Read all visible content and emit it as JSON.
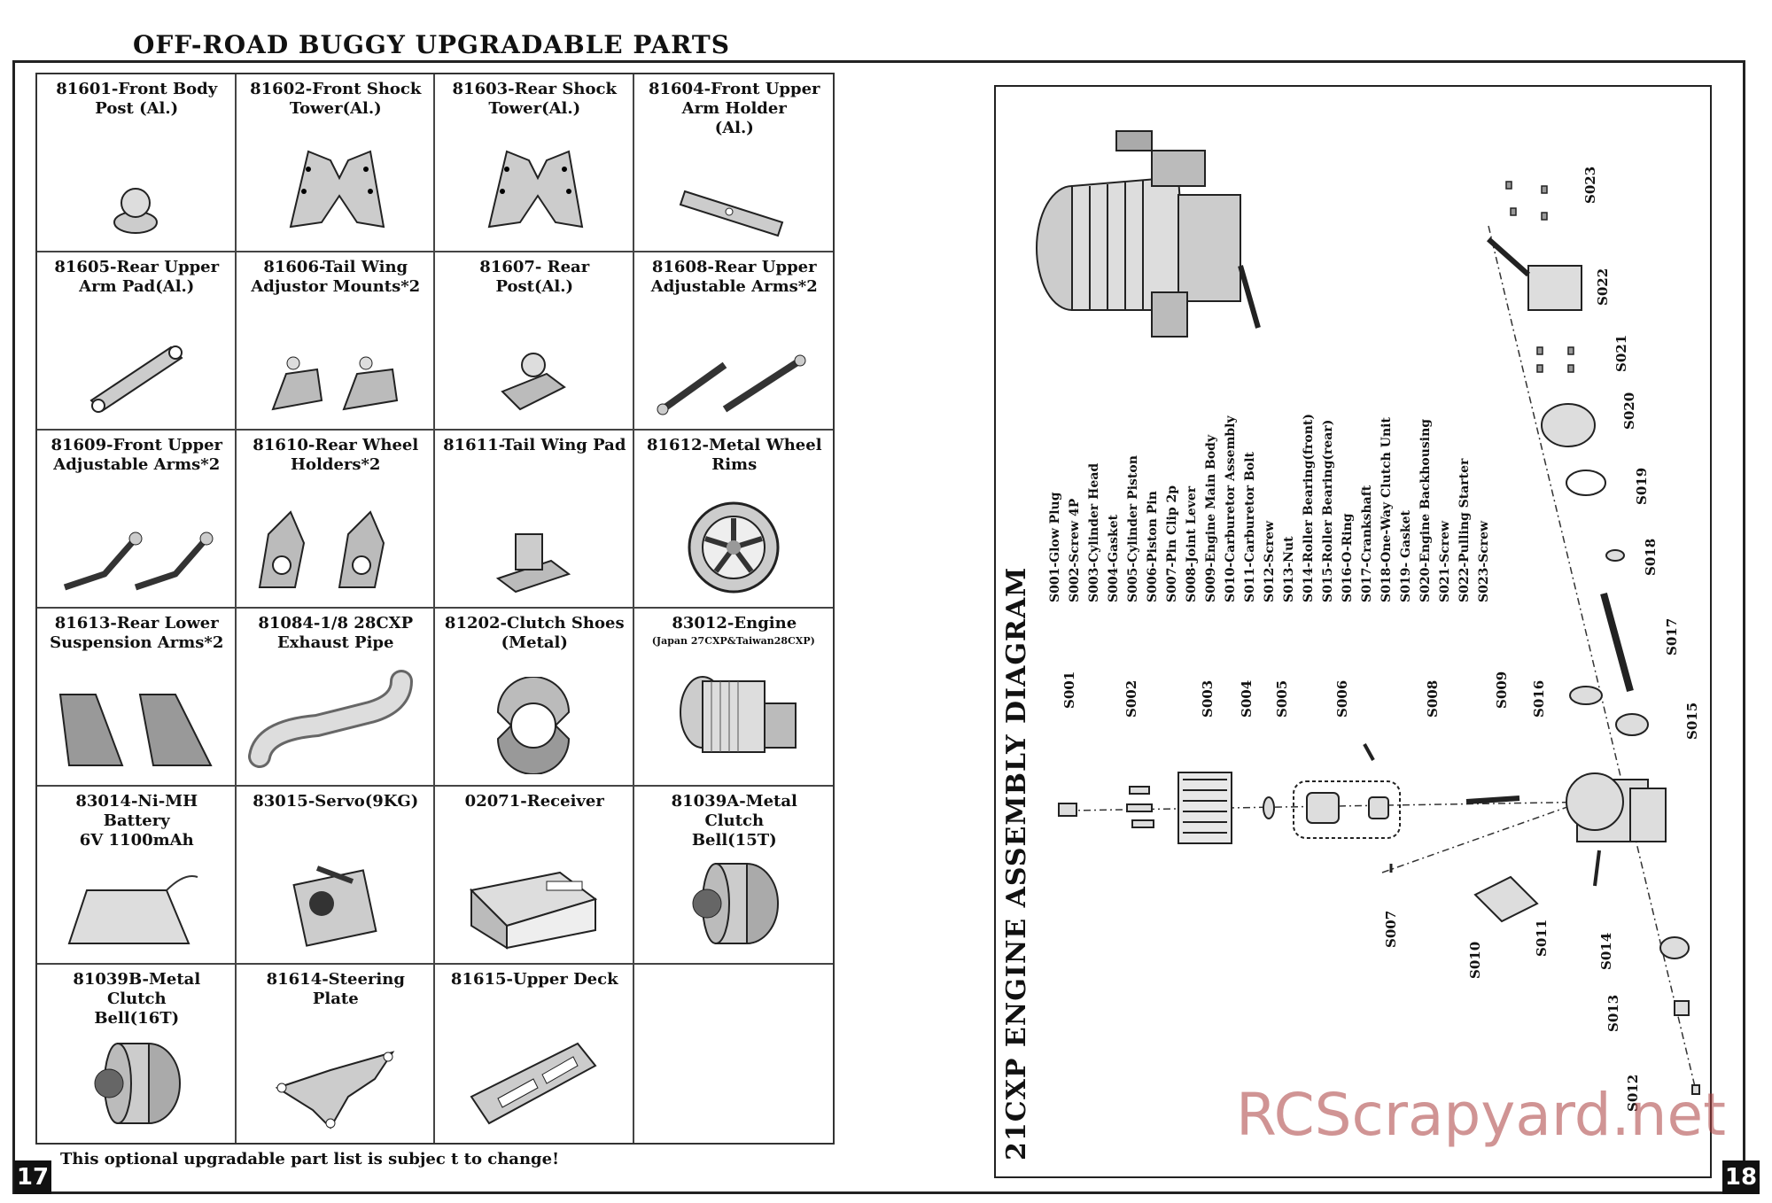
{
  "left_page": {
    "title": "OFF-ROAD BUGGY UPGRADABLE PARTS",
    "page_number": "17",
    "footnote": "This optional upgradable part list is subjec t to change!",
    "parts": [
      {
        "label": "81601-Front Body\nPost (Al.)",
        "icon": "body-post-icon"
      },
      {
        "label": "81602-Front Shock\nTower(Al.)",
        "icon": "shock-tower-icon"
      },
      {
        "label": "81603-Rear Shock\nTower(Al.)",
        "icon": "shock-tower-icon"
      },
      {
        "label": "81604-Front Upper\nArm Holder\n(Al.)",
        "icon": "arm-holder-icon"
      },
      {
        "label": "81605-Rear Upper\nArm Pad(Al.)",
        "icon": "arm-pad-icon"
      },
      {
        "label": "81606-Tail Wing\nAdjustor Mounts*2",
        "icon": "wing-mount-icon"
      },
      {
        "label": "81607- Rear Post(Al.)",
        "icon": "rear-post-icon"
      },
      {
        "label": "81608-Rear Upper\nAdjustable Arms*2",
        "icon": "turnbuckle-icon"
      },
      {
        "label": "81609-Front Upper\nAdjustable Arms*2",
        "icon": "adjustable-arm-icon"
      },
      {
        "label": "81610-Rear Wheel\nHolders*2",
        "icon": "wheel-holder-icon"
      },
      {
        "label": "81611-Tail Wing Pad",
        "icon": "wing-pad-icon"
      },
      {
        "label": "81612-Metal Wheel\nRims",
        "icon": "wheel-rim-icon"
      },
      {
        "label": "81613-Rear Lower\nSuspension Arms*2",
        "icon": "suspension-arm-icon"
      },
      {
        "label": "81084-1/8 28CXP\nExhaust Pipe",
        "icon": "exhaust-pipe-icon"
      },
      {
        "label": "81202-Clutch Shoes\n(Metal)",
        "icon": "clutch-shoes-icon"
      },
      {
        "label": "83012-Engine",
        "sub": "(Japan 27CXP&Taiwan28CXP)",
        "icon": "engine-icon"
      },
      {
        "label": "83014-Ni-MH Battery\n6V 1100mAh",
        "icon": "battery-icon"
      },
      {
        "label": "83015-Servo(9KG)",
        "icon": "servo-icon"
      },
      {
        "label": "02071-Receiver",
        "icon": "receiver-icon"
      },
      {
        "label": "81039A-Metal Clutch\nBell(15T)",
        "icon": "clutch-bell-icon"
      },
      {
        "label": "81039B-Metal Clutch\nBell(16T)",
        "icon": "clutch-bell-icon"
      },
      {
        "label": "81614-Steering Plate",
        "icon": "steering-plate-icon"
      },
      {
        "label": "81615-Upper Deck",
        "icon": "upper-deck-icon"
      },
      {
        "label": "",
        "icon": ""
      }
    ]
  },
  "right_page": {
    "page_number": "18",
    "diagram_title": "21CXP ENGINE ASSEMBLY DIAGRAM",
    "legend": [
      "S001-Glow Plug",
      "S002-Screw 4P",
      "S003-Cylinder Head",
      "S004-Gasket",
      "S005-Cylinder Piston",
      "S006-Piston Pin",
      "S007-Pin Clip 2p",
      "S008-Joint Lever",
      "S009-Engine Main Body",
      "S010-Carburetor Assembly",
      "S011-Carburetor Bolt",
      "S012-Screw",
      "S013-Nut",
      "S014-Roller Bearing(front)",
      "S015-Roller Bearing(rear)",
      "S016-O-Ring",
      "S017-Crankshaft",
      "S018-One-Way Clutch Unit",
      "S019- Gasket",
      "S020-Engine Backhousing",
      "S021-Screw",
      "S022-Pulling Starter",
      "S023-Screw"
    ],
    "callouts": [
      "S001",
      "S002",
      "S003",
      "S004",
      "S005",
      "S006",
      "S007",
      "S008",
      "S009",
      "S010",
      "S011",
      "S012",
      "S013",
      "S014",
      "S015",
      "S016",
      "S017",
      "S018",
      "S019",
      "S020",
      "S021",
      "S022",
      "S023"
    ],
    "watermark": "RCScrapyard.net"
  }
}
